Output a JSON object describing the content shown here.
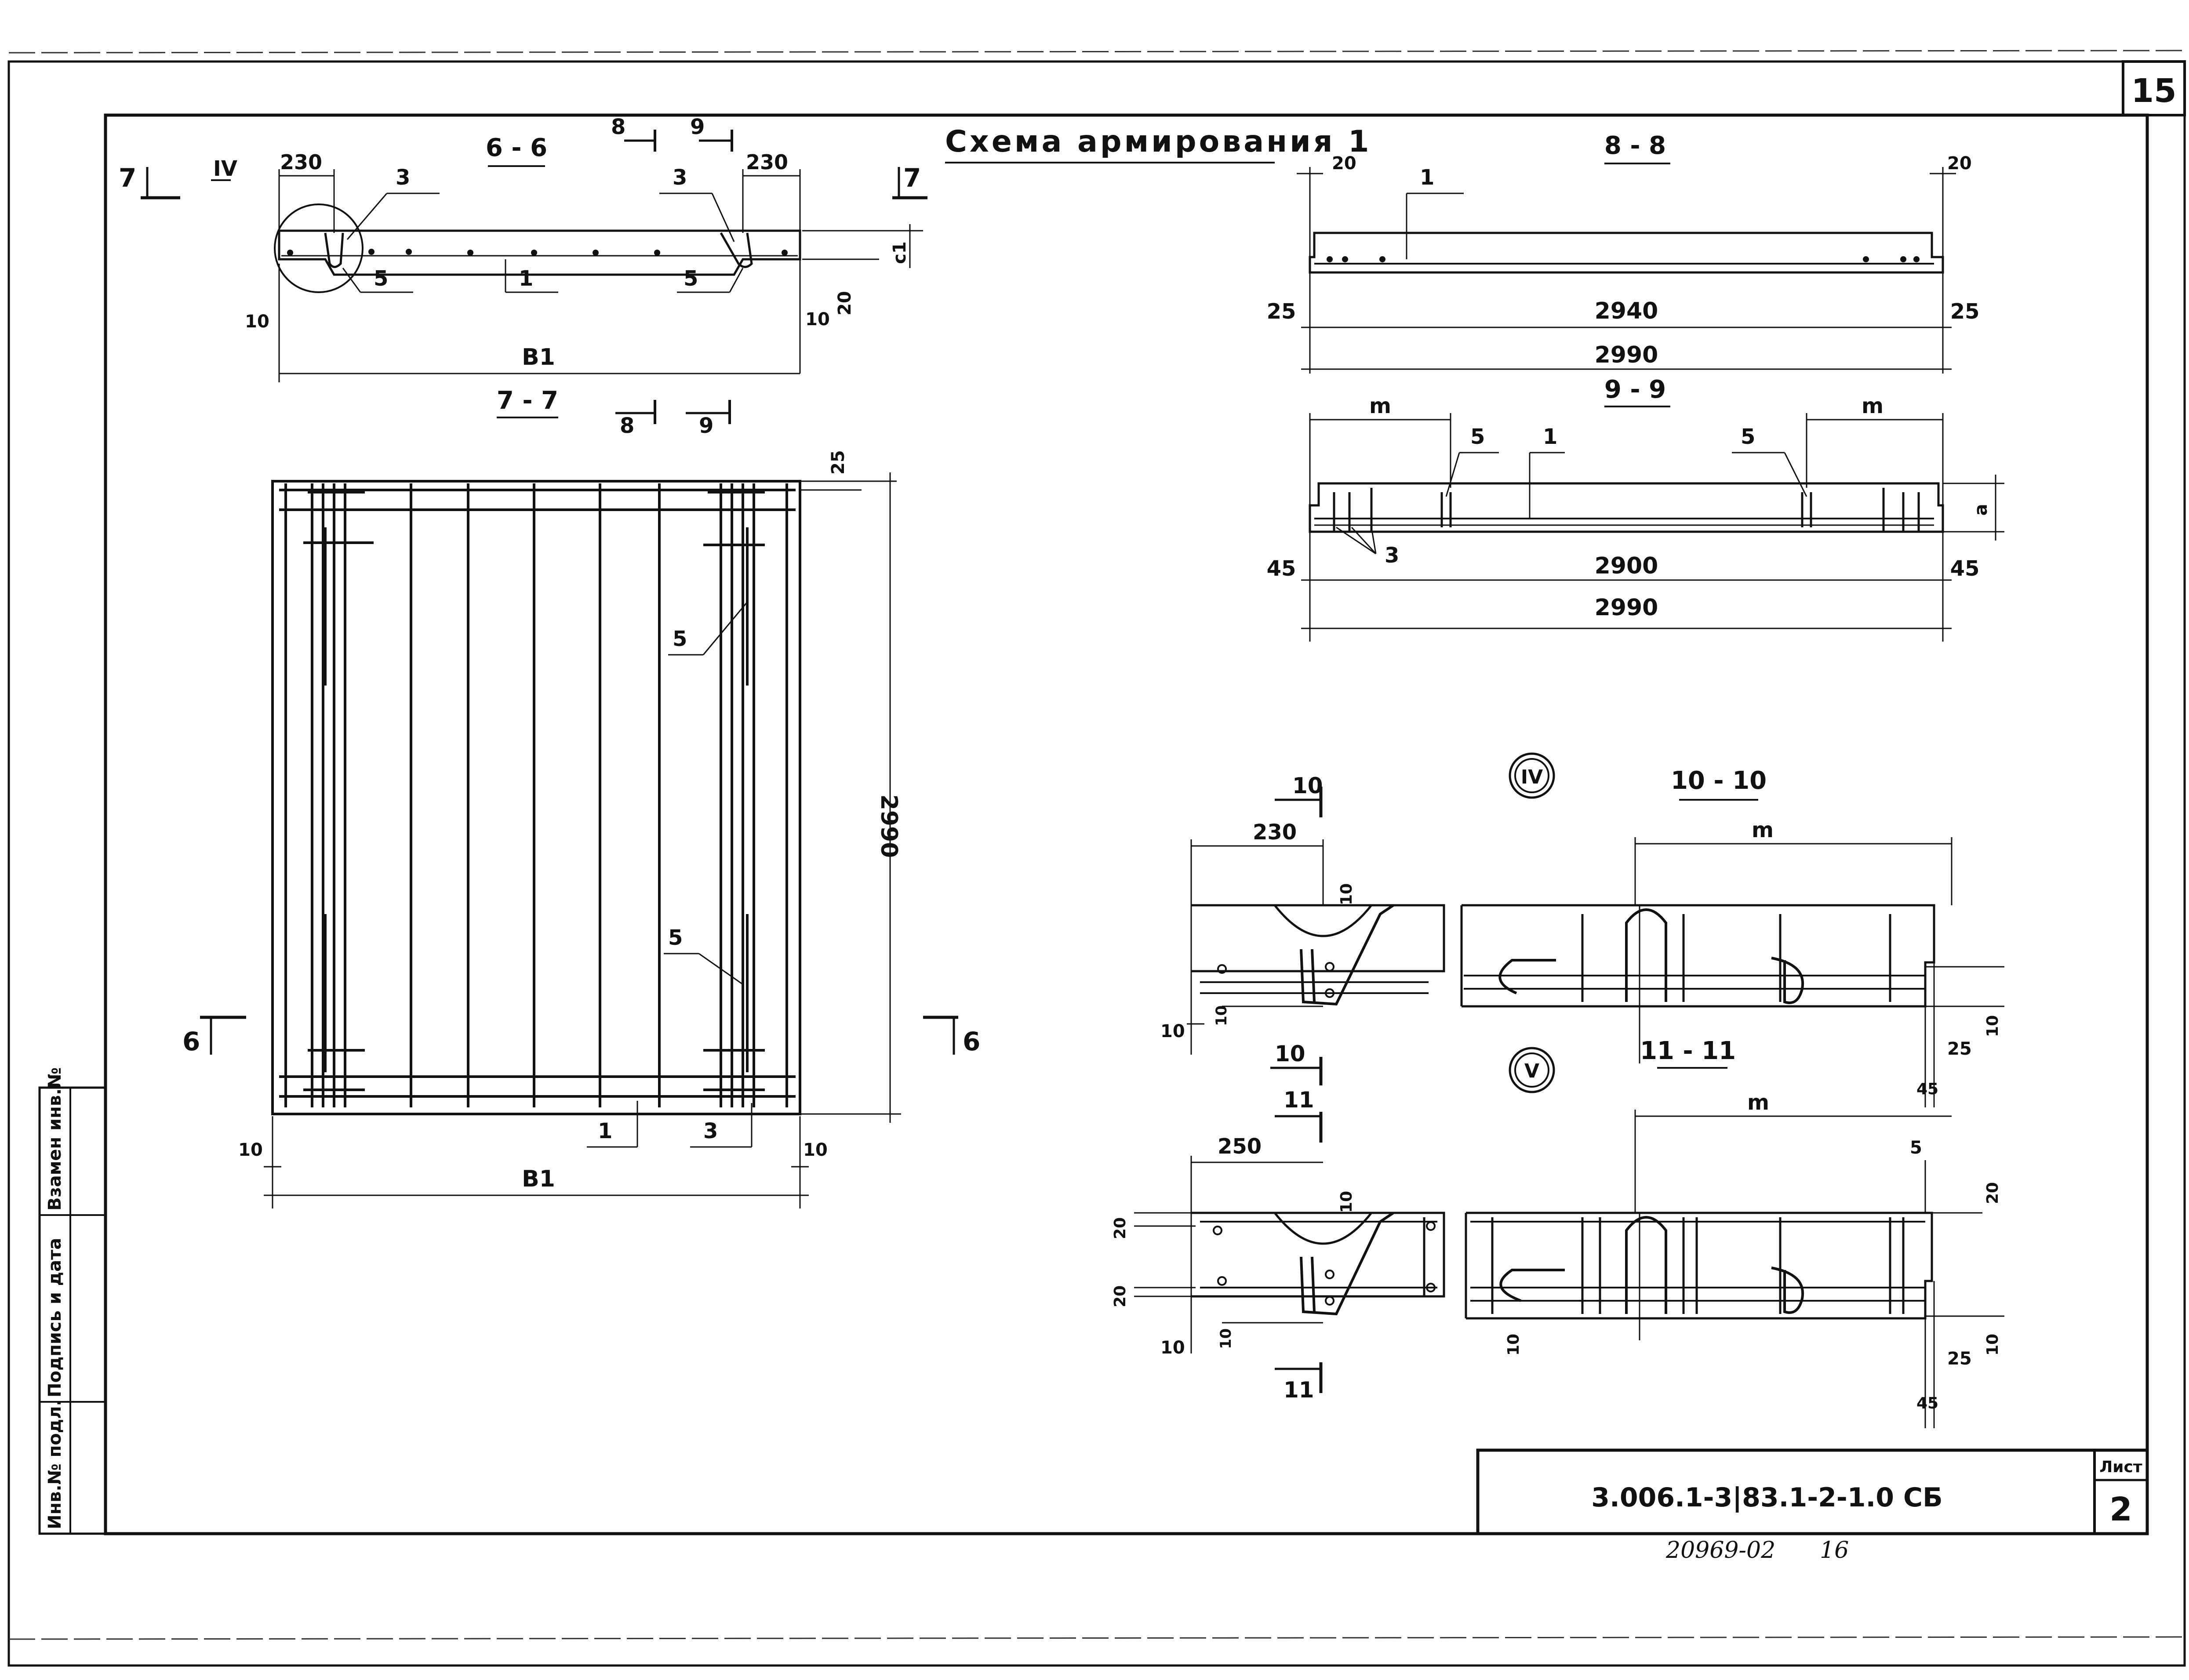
{
  "sheet_corner_number": "15",
  "scheme_title": "Схема армирования 1",
  "views": {
    "section_6_6": {
      "title": "6 - 6",
      "dim_left": "230",
      "dim_right": "230",
      "dim_width": "B1",
      "dim_edge_left": "10",
      "dim_edge_right": "10",
      "dim_depth": "20",
      "dim_cover": "c1",
      "callouts": [
        "3",
        "3",
        "5",
        "5",
        "1"
      ],
      "detail_marker": "IV",
      "cut_mark_7": "7",
      "cut_mark_8": "8",
      "cut_mark_9": "9"
    },
    "plan_7_7": {
      "title": "7 - 7",
      "dim_height": "2990",
      "dim_top": "25",
      "dim_width": "B1",
      "dim_edge_left": "10",
      "dim_edge_right": "10",
      "callouts": [
        "5",
        "5",
        "1",
        "3"
      ],
      "cut_mark_6": "6",
      "cut_mark_8": "8",
      "cut_mark_9": "9"
    },
    "section_8_8": {
      "title": "8 - 8",
      "dim_top_left": "20",
      "dim_top_right": "20",
      "dim_inner": "2940",
      "dim_total": "2990",
      "dim_left": "25",
      "dim_right": "25",
      "callout": "1"
    },
    "section_9_9": {
      "title": "9 - 9",
      "dim_m": "m",
      "dim_inner": "2900",
      "dim_total": "2990",
      "dim_left": "45",
      "dim_right": "45",
      "dim_height": "a",
      "callouts": [
        "5",
        "1",
        "5",
        "3"
      ]
    },
    "detail_IV": {
      "marker": "IV",
      "dim_width": "230",
      "dim_small": "10",
      "dim_bottom": "10",
      "cut_mark": "10"
    },
    "section_10_10": {
      "title": "10 - 10",
      "dim_m": "m",
      "dim_right": "10",
      "dim_bottom_1": "25",
      "dim_bottom_2": "45"
    },
    "detail_V": {
      "marker": "V",
      "dim_width": "250",
      "dim_left_1": "20",
      "dim_left_2": "20",
      "dim_small": "10",
      "dim_bottom": "10",
      "cut_mark": "11"
    },
    "section_11_11": {
      "title": "11 - 11",
      "dim_m": "m",
      "dim_top": "5",
      "dim_right_top": "20",
      "dim_right": "10",
      "dim_left": "10",
      "dim_bottom_1": "25",
      "dim_bottom_2": "45"
    }
  },
  "side_stamp": {
    "col1": "Инв.№ подл.",
    "col2": "Подпись и дата",
    "col3": "Взамен инв.№"
  },
  "title_block": {
    "document_code": "3.006.1-3|83.1-2-1.0 СБ",
    "sheet_label": "Лист",
    "sheet_number": "2"
  },
  "footer_stamp": "20969-02",
  "footer_page": "16",
  "colors": {
    "ink": "#111111",
    "paper": "#ffffff"
  }
}
